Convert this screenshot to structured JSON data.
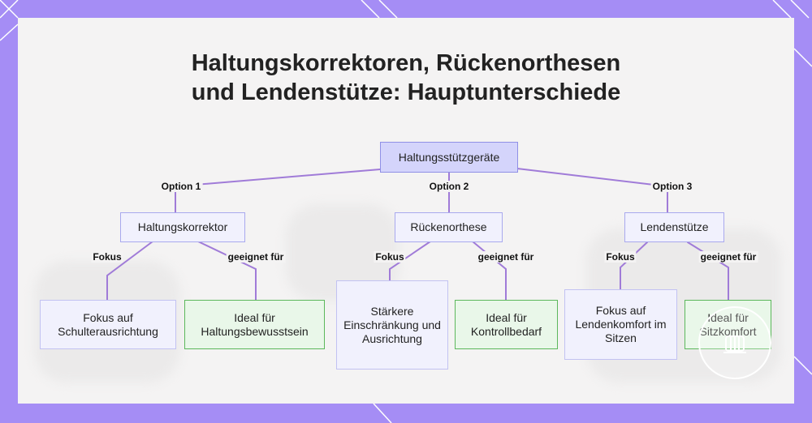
{
  "title": {
    "line1": "Haltungskorrektoren, Rückenorthesen",
    "line2": "und Lendenstütze: Hauptunterschiede"
  },
  "colors": {
    "frame": "#a58df5",
    "edge": "#a07bd8",
    "root_fill": "#d4d4fb",
    "fit_border": "#5cb85c"
  },
  "diagram": {
    "root": "Haltungsstützgeräte",
    "options": [
      {
        "edge_label": "Option 1",
        "name": "Haltungskorrektor",
        "focus_label": "Fokus",
        "focus": "Fokus auf Schulterausrichtung",
        "fit_label": "geeignet für",
        "fit": "Ideal für Haltungsbewusstsein"
      },
      {
        "edge_label": "Option 2",
        "name": "Rückenorthese",
        "focus_label": "Fokus",
        "focus": "Stärkere Einschränkung und Ausrichtung",
        "fit_label": "geeignet für",
        "fit": "Ideal für Kontrollbedarf"
      },
      {
        "edge_label": "Option 3",
        "name": "Lendenstütze",
        "focus_label": "Fokus",
        "focus": "Fokus auf Lendenkomfort im Sitzen",
        "fit_label": "geeignet für",
        "fit": "Ideal für Sitzkomfort"
      }
    ]
  }
}
